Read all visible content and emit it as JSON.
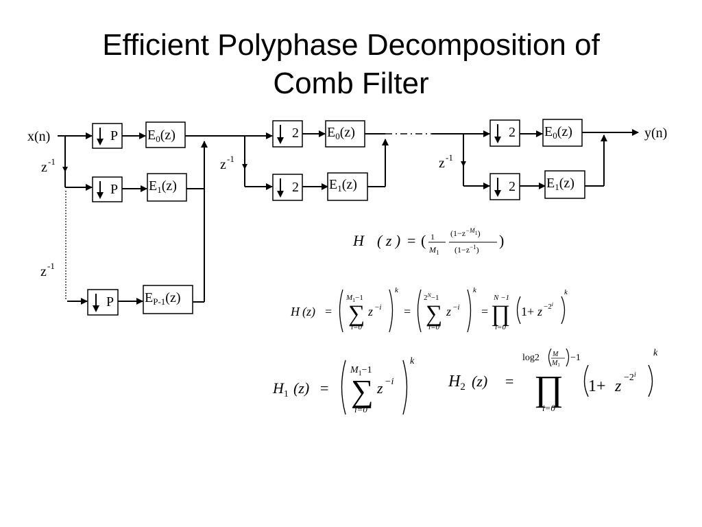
{
  "title": {
    "line1": "Efficient Polyphase Decomposition of",
    "line2": "Comb Filter"
  },
  "diagram": {
    "input_label": "x(n)",
    "output_label": "y(n)",
    "delay_label": "z",
    "delay_exp": "-1",
    "downsample_P": "P",
    "downsample_2": "2",
    "filter_E": "E",
    "filter_suffix": "(z)",
    "sub_0": "0",
    "sub_1": "1",
    "sub_P1": "P-1"
  },
  "equations": {
    "H": "H",
    "H1": "H",
    "H2": "H",
    "sub1": "1",
    "sub2": "2",
    "z_arg": "(z)",
    "z_arg_spaced": "( z )",
    "eq": "=",
    "one": "1",
    "M1": "M",
    "one_minus_zM": "(1−z",
    "neg_M": "−M",
    "close_paren": ")",
    "one_minus_z1": "(1−z",
    "neg_one": "−1",
    "k": "k",
    "M1_minus_1": "M",
    "upper_tail": "−1",
    "two_N_minus_1": "2",
    "N": "N",
    "N_minus_1": "N −1",
    "i_eq_0": "i=0",
    "z": "z",
    "neg_i": "−i",
    "one_plus": "1+",
    "neg_2": "−2",
    "i": "i",
    "log2": "log2",
    "M": "M",
    "log_tail": "−1"
  }
}
